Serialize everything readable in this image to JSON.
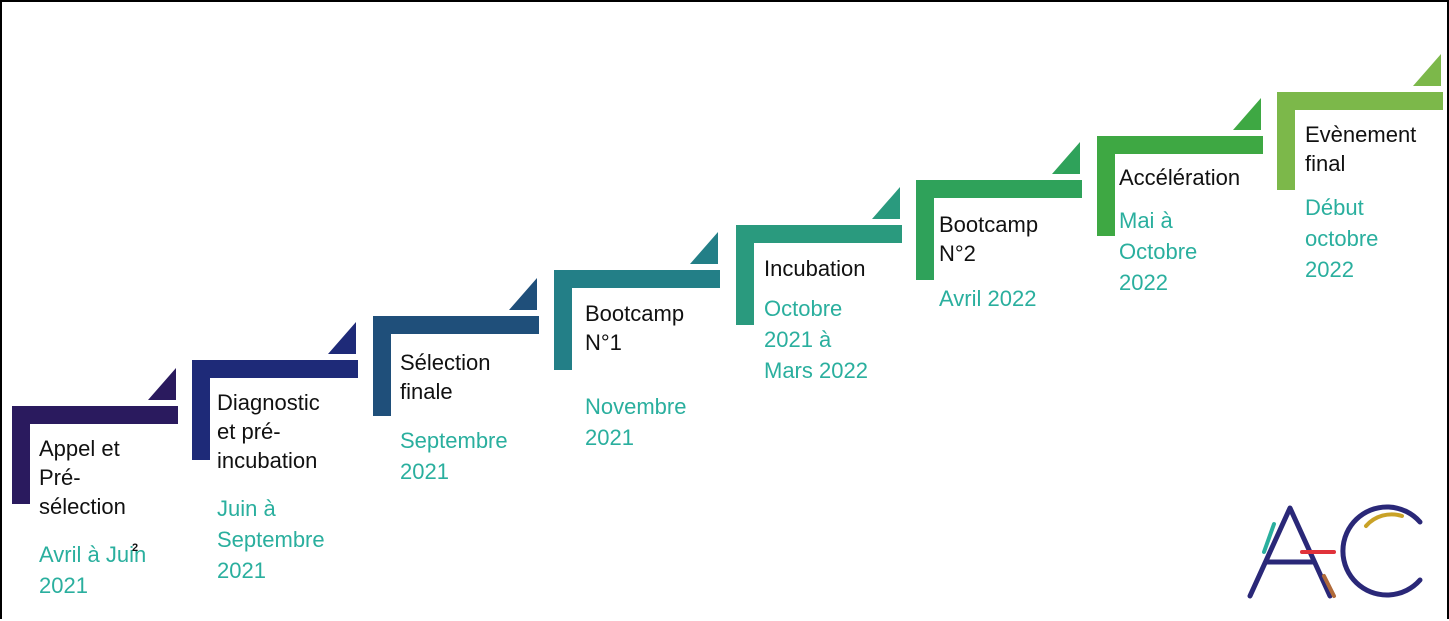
{
  "steps": [
    {
      "title": "Appel et\nPré-\nsélection",
      "date": "Avril à Juin\n2021",
      "color": "#2a1a5e"
    },
    {
      "title": "Diagnostic\net pré-\nincubation",
      "date": "Juin à\nSeptembre\n2021",
      "color": "#1e2a78"
    },
    {
      "title": "Sélection\nfinale",
      "date": "Septembre\n2021",
      "color": "#1f4f7a"
    },
    {
      "title": "Bootcamp\nN°1",
      "date": "Novembre\n2021",
      "color": "#237f87"
    },
    {
      "title": "Incubation",
      "date": "Octobre\n2021 à\nMars 2022",
      "color": "#2a9a7e"
    },
    {
      "title": "Bootcamp\nN°2",
      "date": "Avril 2022",
      "color": "#2fa25a"
    },
    {
      "title": "Accélération",
      "date": "Mai à\nOctobre\n2022",
      "color": "#3ea843"
    },
    {
      "title": "Evènement\nfinal",
      "date": "Début\noctobre\n2022",
      "color": "#7cb84a"
    }
  ],
  "page_number": "2",
  "logo": {
    "text": "AC",
    "colors": [
      "#2a2878",
      "#2aaf9e",
      "#e0323a",
      "#c9a227",
      "#b06a3a"
    ]
  }
}
